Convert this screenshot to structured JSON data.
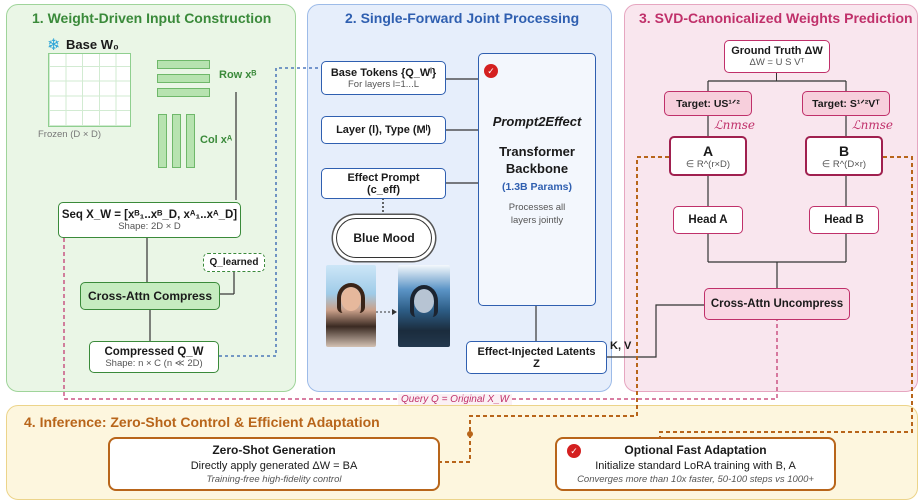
{
  "colors": {
    "green": "#3a8a3a",
    "blue": "#2f5fb0",
    "pink": "#c0306a",
    "orange": "#b8651a"
  },
  "panel1": {
    "title": "1. Weight-Driven Input Construction",
    "base_label": "Base W₀",
    "row_label": "Row xᴮ",
    "col_label": "Col xᴬ",
    "frozen_label": "Frozen (D × D)",
    "seq_title": "Seq X_W = [xᴮ₁..xᴮ_D, xᴬ₁..xᴬ_D]",
    "seq_shape": "Shape: 2D × D",
    "q_learned": "Q_learned",
    "cross_attn": "Cross-Attn Compress",
    "compressed_title": "Compressed Q_W",
    "compressed_shape": "Shape: n × C (n ≪ 2D)"
  },
  "panel2": {
    "title": "2. Single-Forward Joint Processing",
    "base_tokens_title": "Base Tokens {Q_Wˡ}",
    "base_tokens_sub": "For layers l=1...L",
    "layer_type": "Layer (l), Type (Mˡ)",
    "effect_prompt_title": "Effect Prompt",
    "effect_prompt_sub": "(c_eff)",
    "blue_mood": "Blue Mood",
    "model_name": "Prompt2Effect",
    "backbone_title": "Transformer Backbone",
    "params": "(1.3B Params)",
    "processes": "Processes all layers jointly",
    "latents_title": "Effect-Injected Latents",
    "latents_sub": "Z",
    "kv_label": "K, V"
  },
  "panel3": {
    "title": "3. SVD-Canonicalized Weights Prediction",
    "gt_title": "Ground Truth ΔW",
    "gt_sub": "ΔW = U S Vᵀ",
    "target_a": "Target: US¹ᐟ²",
    "target_b": "Target: S¹ᐟ²Vᵀ",
    "loss_a": "ℒnmse",
    "loss_b": "ℒnmse",
    "a_title": "A",
    "a_sub": "∈ R^(r×D)",
    "b_title": "B",
    "b_sub": "∈ R^(D×r)",
    "head_a": "Head A",
    "head_b": "Head B",
    "uncompress": "Cross-Attn Uncompress",
    "query_label": "Query Q = Original X_W"
  },
  "panel4": {
    "title": "4. Inference: Zero-Shot Control & Efficient Adaptation",
    "zs_title": "Zero-Shot Generation",
    "zs_line": "Directly apply generated ΔW = BA",
    "zs_note": "Training-free high-fidelity control",
    "ofa_title": "Optional Fast  Adaptation",
    "ofa_line": "Initialize standard LoRA training with B, A",
    "ofa_note": "Converges more than 10x faster, 50-100 steps vs 1000+"
  }
}
